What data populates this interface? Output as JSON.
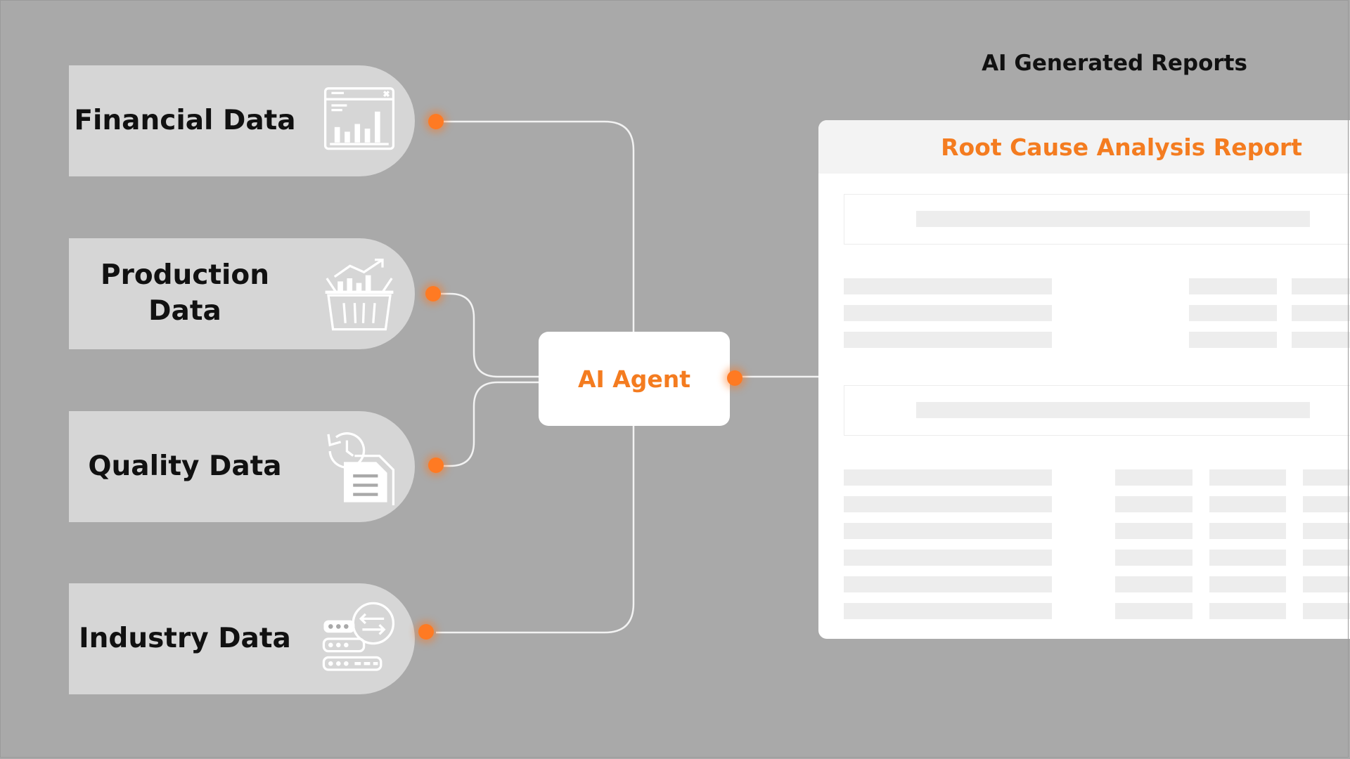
{
  "sources": [
    {
      "label": "Financial Data",
      "icon": "financial-chart-icon"
    },
    {
      "label": "Production Data",
      "icon": "basket-chart-icon"
    },
    {
      "label": "Quality Data",
      "icon": "document-history-icon"
    },
    {
      "label": "Industry Data",
      "icon": "server-exchange-icon"
    }
  ],
  "agent": {
    "label": "AI Agent"
  },
  "reports": {
    "title": "AI Generated Reports",
    "report_title": "Root Cause Analysis Report"
  },
  "colors": {
    "background": "#a9a9a9",
    "source_fill": "#d6d6d6",
    "accent": "#f47c20",
    "connector": "#f2f2f2",
    "placeholder": "#ededed"
  }
}
